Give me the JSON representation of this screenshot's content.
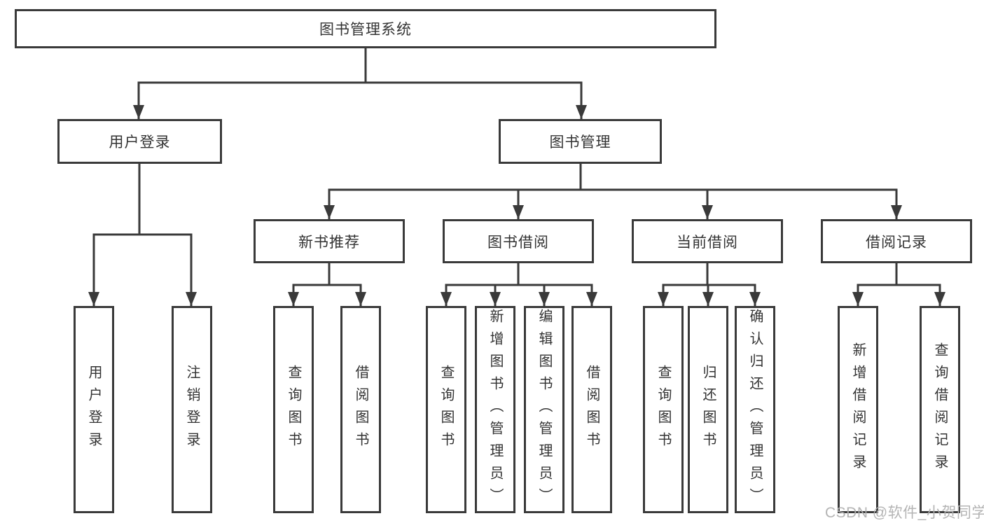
{
  "diagram": {
    "root": {
      "label": "图书管理系统"
    },
    "branches": [
      {
        "label": "用户登录",
        "children": [
          {
            "label": "用户登录"
          },
          {
            "label": "注销登录"
          }
        ]
      },
      {
        "label": "图书管理",
        "sections": [
          {
            "label": "新书推荐",
            "children": [
              {
                "label": "查询图书"
              },
              {
                "label": "借阅图书"
              }
            ]
          },
          {
            "label": "图书借阅",
            "children": [
              {
                "label": "查询图书"
              },
              {
                "label": "新增图书（管理员）"
              },
              {
                "label": "编辑图书（管理员）"
              },
              {
                "label": "借阅图书"
              }
            ]
          },
          {
            "label": "当前借阅",
            "children": [
              {
                "label": "查询图书"
              },
              {
                "label": "归还图书"
              },
              {
                "label": "确认归还（管理员）"
              }
            ]
          },
          {
            "label": "借阅记录",
            "children": [
              {
                "label": "新增借阅记录"
              },
              {
                "label": "查询借阅记录"
              }
            ]
          }
        ]
      }
    ]
  },
  "watermark": {
    "text": "CSDN @软件_小贺同学"
  },
  "colors": {
    "line": "#3a3a3a",
    "text": "#333333",
    "background": "#ffffff",
    "watermark": "#b0b0b0"
  }
}
